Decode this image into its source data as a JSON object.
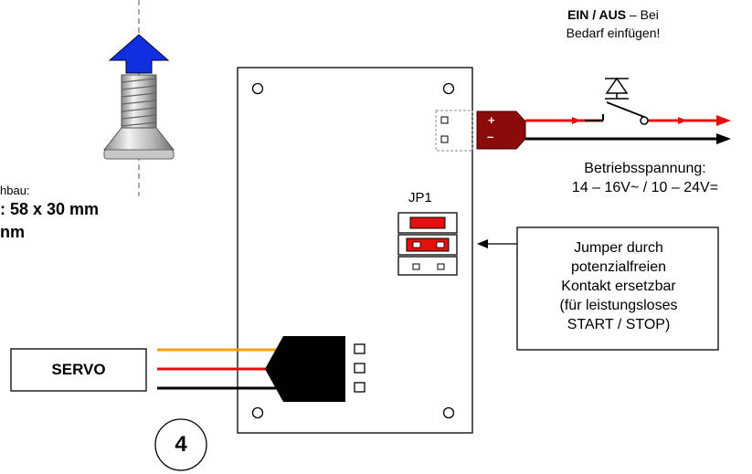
{
  "switch": {
    "title_bold": "EIN / AUS",
    "title_rest": " – Bei",
    "line2": "Bedarf einfügen!"
  },
  "supply": {
    "line1": "Betriebsspannung:",
    "line2": "14 – 16V~ / 10 – 24V="
  },
  "jumper": {
    "name": "JP1",
    "lines": [
      "Jumper durch",
      "potenzialfreien",
      "Kontakt ersetzbar",
      "(für leistungsloses",
      "START / STOP)"
    ]
  },
  "mounting": {
    "caption": "hbau:",
    "dim1": ": 58 x 30 mm",
    "dim2": "nm"
  },
  "servo": {
    "label": "SERVO"
  },
  "connector": {
    "plus": "+",
    "minus": "–"
  },
  "step": {
    "number": "4"
  },
  "colors": {
    "wire_signal": "#f5a000",
    "wire_plus": "#e41010",
    "wire_ground": "#000000",
    "arrow_up": "#1030e0",
    "connector_plug": "#8b0a0a"
  }
}
